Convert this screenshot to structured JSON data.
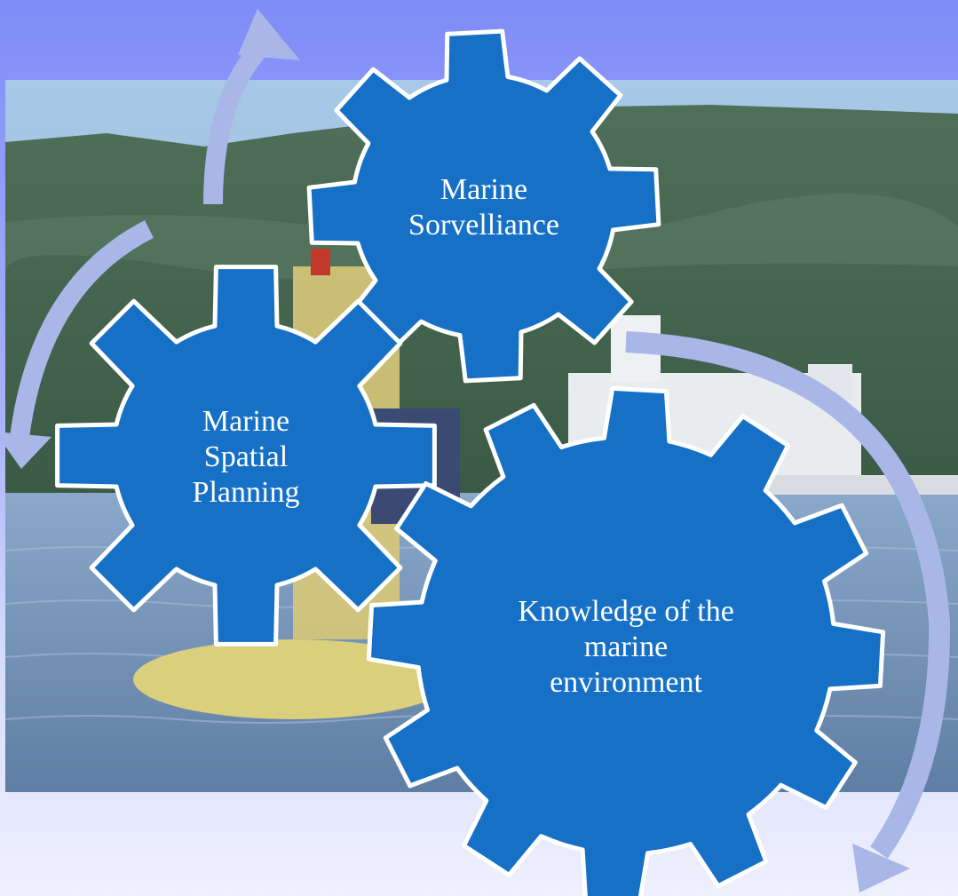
{
  "diagram": {
    "gears": [
      {
        "id": "marine-sorvelliance",
        "lines": [
          "Marine",
          "Sorvelliance"
        ]
      },
      {
        "id": "marine-spatial-planning",
        "lines": [
          "Marine",
          "Spatial",
          "Planning"
        ]
      },
      {
        "id": "knowledge-marine-environment",
        "lines": [
          "Knowledge of the",
          "marine",
          "environment"
        ]
      }
    ]
  },
  "colors": {
    "gear_fill": "#1570c6",
    "gear_stroke": "#ffffff",
    "arrow": "#a9b6e8"
  },
  "background_photo": "coastal-bay-with-buoy-and-castle"
}
